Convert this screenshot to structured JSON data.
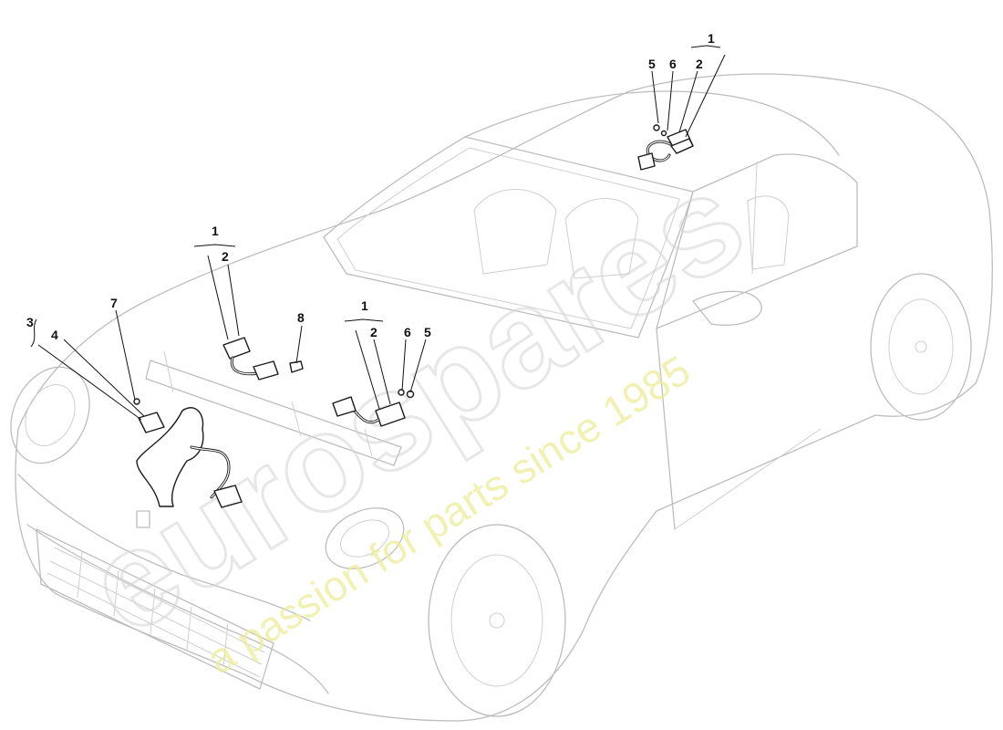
{
  "watermark": {
    "logo": "eurospares",
    "tagline": "a passion for parts since 1985"
  },
  "callouts": {
    "roof_1": "1",
    "roof_2": "2",
    "roof_5": "5",
    "roof_6": "6",
    "left_1": "1",
    "left_2": "2",
    "mid_1": "1",
    "mid_2": "2",
    "mid_6": "6",
    "mid_5": "5",
    "front_3": "3",
    "front_4": "4",
    "front_7": "7",
    "bracket_8": "8"
  }
}
